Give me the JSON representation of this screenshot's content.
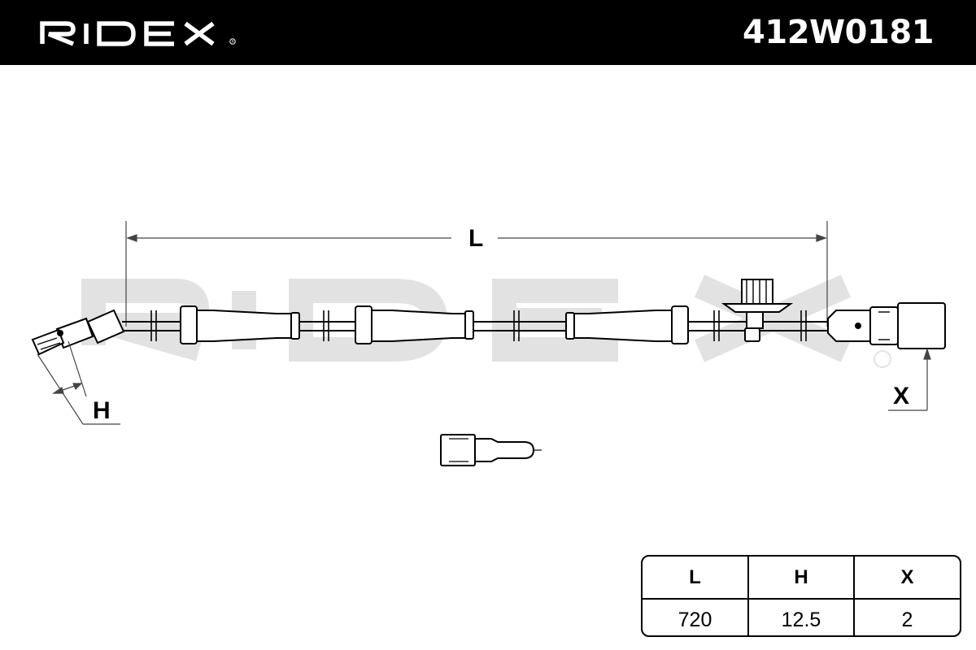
{
  "header": {
    "brand": "RIDEX",
    "part_number": "412W0181",
    "background_color": "#000000",
    "text_color": "#ffffff"
  },
  "drawing": {
    "watermark": "RIDEX",
    "watermark_color": "#e2e2e2",
    "dimension_labels": {
      "length": "L",
      "height": "H",
      "x": "X"
    }
  },
  "spec_table": {
    "headers": [
      "L",
      "H",
      "X"
    ],
    "values": [
      "720",
      "12.5",
      "2"
    ]
  }
}
